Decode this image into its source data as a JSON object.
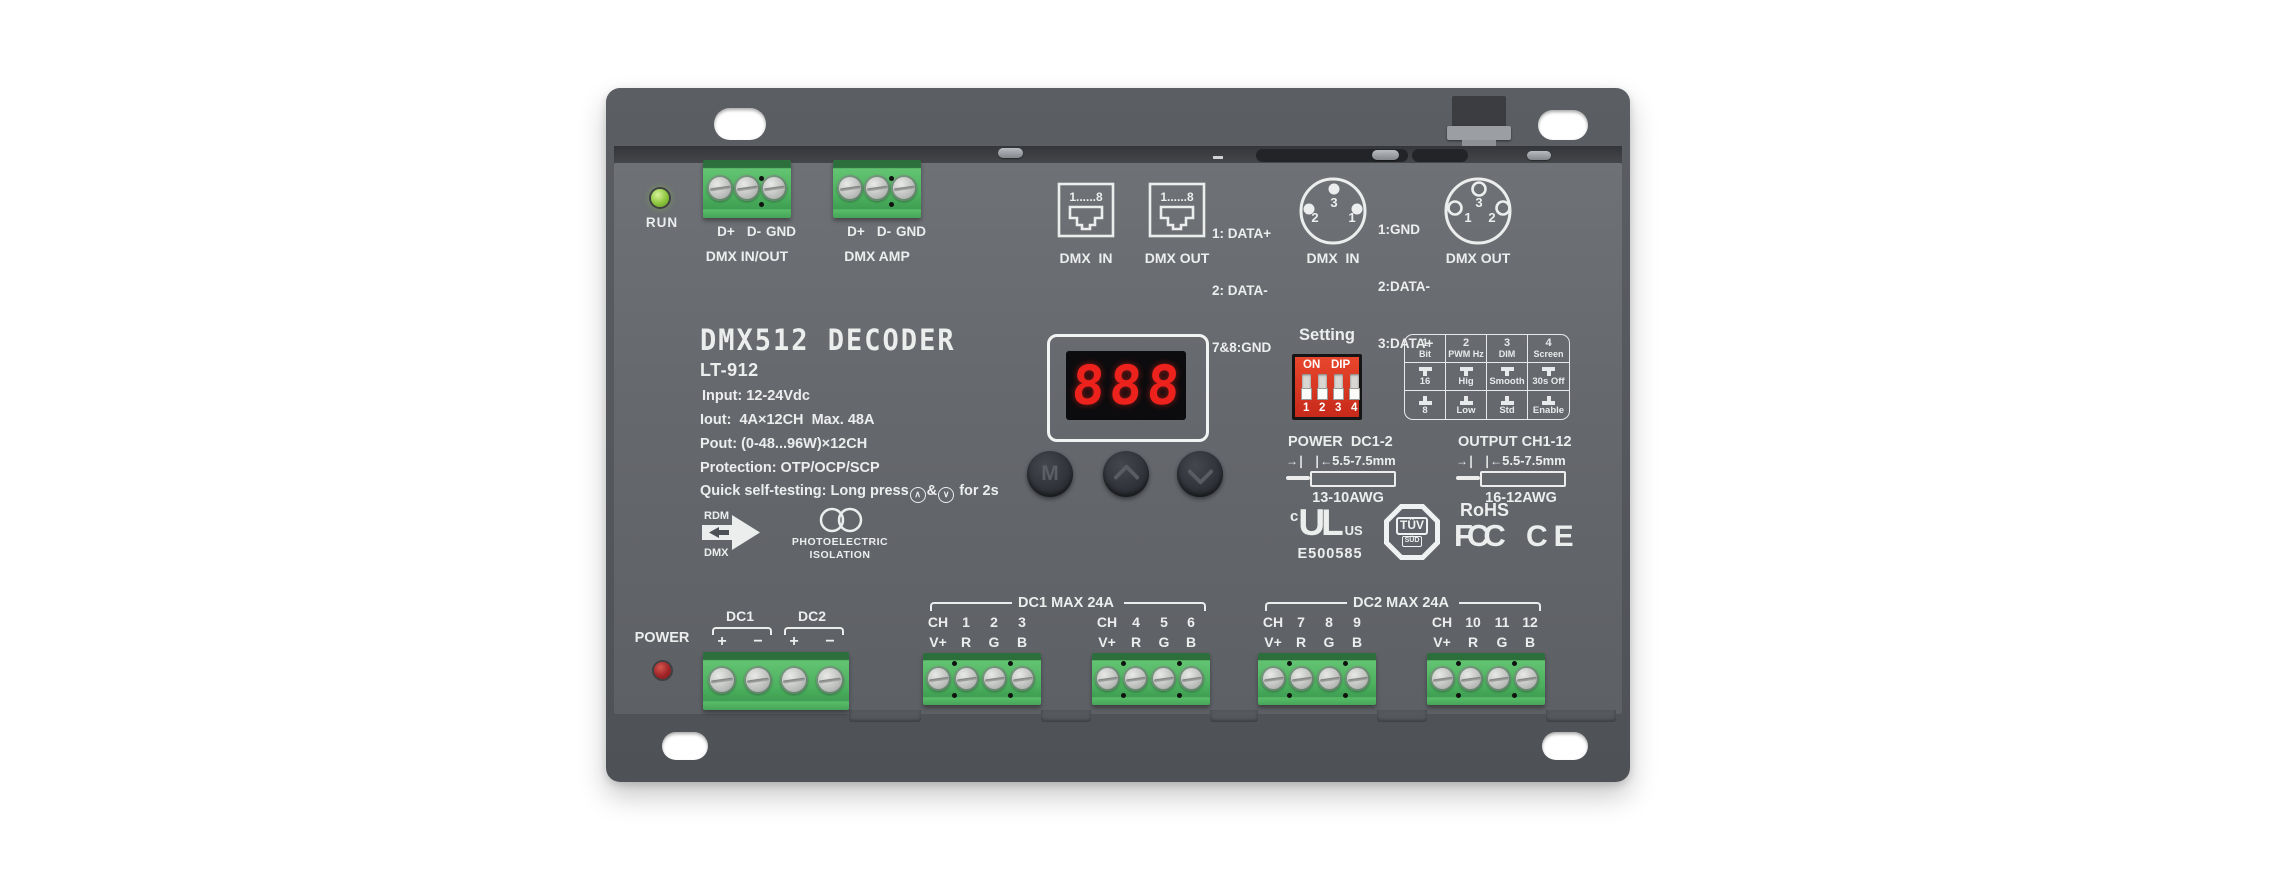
{
  "device": {
    "run_label": "RUN",
    "dmx_terminal_1": {
      "pins": [
        "D+",
        "D-",
        "GND"
      ],
      "label": "DMX IN/OUT"
    },
    "dmx_terminal_2": {
      "pins": [
        "D+",
        "D-",
        "GND"
      ],
      "label": "DMX AMP"
    },
    "rj45_in": {
      "pins_text": "1......8",
      "label": "DMX  IN"
    },
    "rj45_out": {
      "pins_text": "1......8",
      "label": "DMX OUT"
    },
    "rj45_pinout": [
      "1: DATA+",
      "2: DATA-",
      "7&8:GND"
    ],
    "xlr_in": {
      "label": "DMX  IN",
      "pin_numbers": [
        "3",
        "2",
        "1"
      ]
    },
    "xlr_out": {
      "label": "DMX OUT",
      "pin_numbers": [
        "3",
        "1",
        "2"
      ]
    },
    "xlr_pinout": [
      "1:GND",
      "2:DATA-",
      "3:DATA+"
    ],
    "title": "DMX512 DECODER",
    "model": "LT-912",
    "specs": [
      "Input: 12-24Vdc",
      "Iout:  4A×12CH  Max. 48A",
      "Pout: (0-48...96W)×12CH",
      "Protection: OTP/OCP/SCP"
    ],
    "self_test": {
      "prefix": "Quick self-testing: Long press",
      "joiner": "&",
      "suffix": "for 2s",
      "up": "∧",
      "down": "∨"
    },
    "display_value": "888",
    "buttons": {
      "menu": "M"
    },
    "setting_label": "Setting",
    "dip_switch": {
      "on": "ON",
      "dip": "DIP",
      "numbers": [
        "1",
        "2",
        "3",
        "4"
      ]
    },
    "dip_table": {
      "headers": [
        {
          "num": "1",
          "label": "Bit"
        },
        {
          "num": "2",
          "label": "PWM Hz"
        },
        {
          "num": "3",
          "label": "DIM"
        },
        {
          "num": "4",
          "label": "Screen"
        }
      ],
      "up_row": [
        "16",
        "Hig",
        "Smooth",
        "30s Off"
      ],
      "down_row": [
        "8",
        "Low",
        "Std",
        "Enable"
      ]
    },
    "power_wiring": {
      "title": "POWER  DC1-2",
      "strip_length": "5.5-7.5mm",
      "awg": "13-10AWG"
    },
    "output_wiring": {
      "title": "OUTPUT CH1-12",
      "strip_length": "5.5-7.5mm",
      "awg": "16-12AWG"
    },
    "rdm_logo": {
      "top": "RDM",
      "bottom": "DMX"
    },
    "isolation": {
      "line1": "PHOTOELECTRIC",
      "line2": "ISOLATION"
    },
    "certs": {
      "ul_prefix": "c",
      "ul": "UL",
      "ul_suffix": "US",
      "ul_file": "E500585",
      "tuv": "TÜV",
      "tuv_sub": "SÜD",
      "rohs": "RoHS",
      "fcc": "FCC",
      "ce": "CE"
    },
    "power_label": "POWER",
    "dc_input": {
      "dc1": "DC1",
      "dc2": "DC2",
      "plus": "+",
      "minus": "−"
    },
    "output_group_1": {
      "title": "DC1 MAX 24A",
      "block_a": {
        "row1": [
          "CH",
          "1",
          "2",
          "3"
        ],
        "row2": [
          "V+",
          "R",
          "G",
          "B"
        ]
      },
      "block_b": {
        "row1": [
          "CH",
          "4",
          "5",
          "6"
        ],
        "row2": [
          "V+",
          "R",
          "G",
          "B"
        ]
      }
    },
    "output_group_2": {
      "title": "DC2 MAX 24A",
      "block_a": {
        "row1": [
          "CH",
          "7",
          "8",
          "9"
        ],
        "row2": [
          "V+",
          "R",
          "G",
          "B"
        ]
      },
      "block_b": {
        "row1": [
          "CH",
          "10",
          "11",
          "12"
        ],
        "row2": [
          "V+",
          "R",
          "G",
          "B"
        ]
      }
    }
  }
}
